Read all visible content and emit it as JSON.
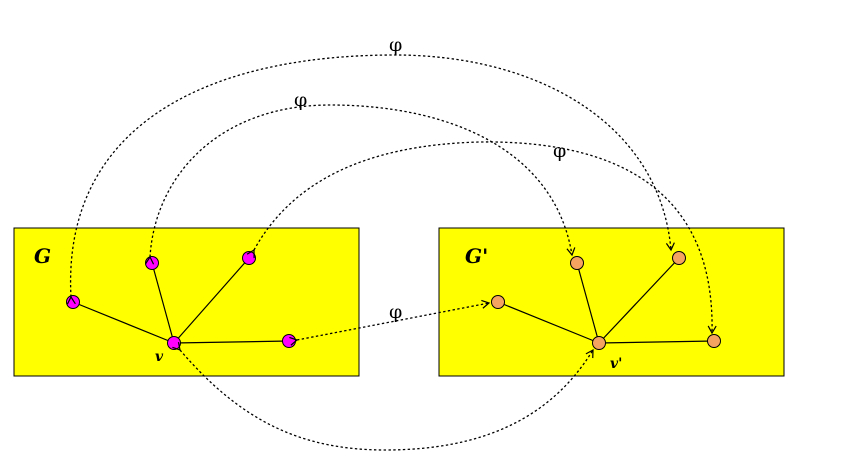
{
  "colors": {
    "box_fill": "#ffff00",
    "g_node": "#ff00ff",
    "gprime_node": "#f4a460",
    "line": "#000000"
  },
  "graph_g": {
    "label": "G",
    "center_label": "v"
  },
  "graph_gprime": {
    "label": "G'",
    "center_label": "v'"
  },
  "mapping_labels": [
    "φ",
    "φ",
    "φ",
    "φ"
  ]
}
